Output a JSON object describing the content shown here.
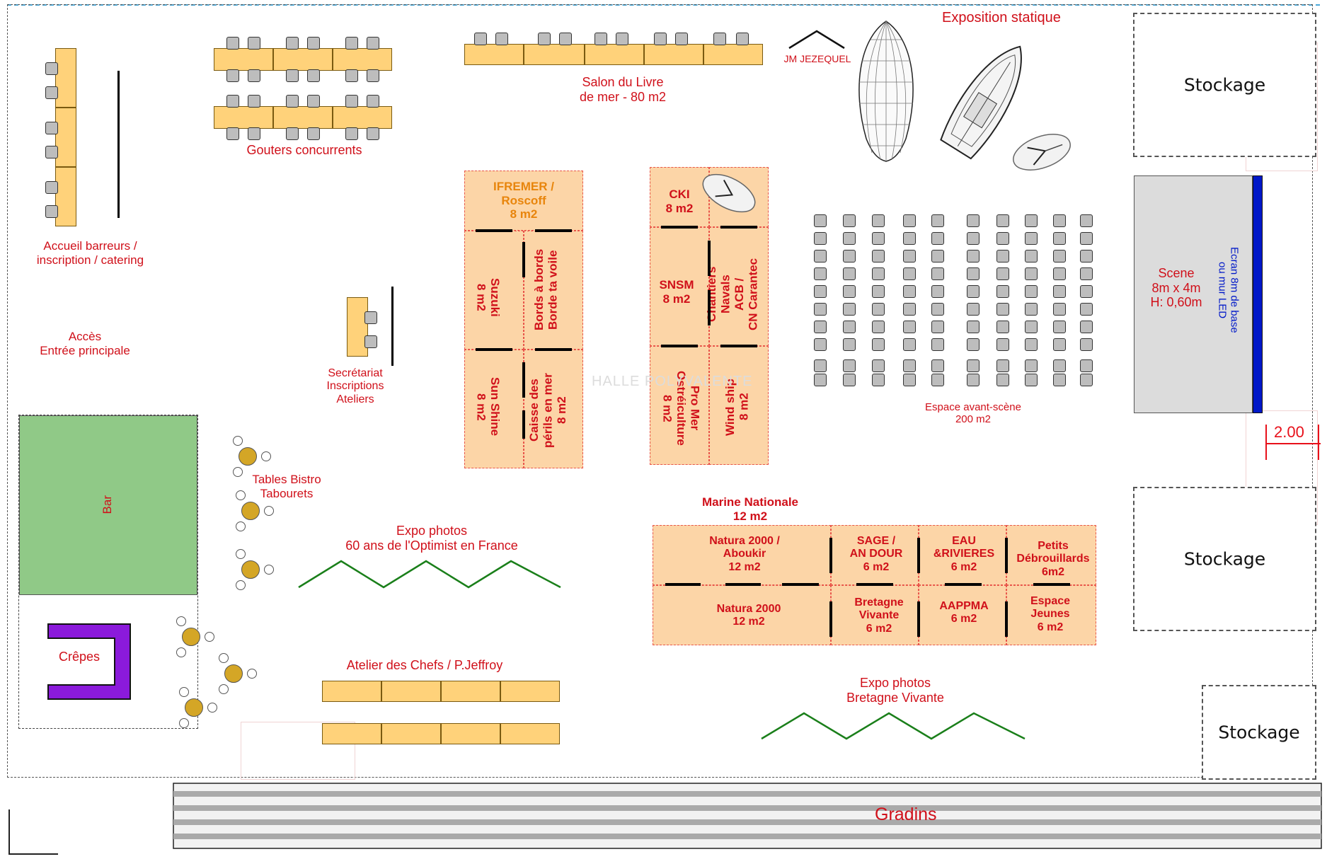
{
  "colors": {
    "label_red": "#d0101a",
    "label_orange": "#e8850c",
    "stand_fill": "#fcd5a7",
    "table_fill": "#ffd27a",
    "bar_fill": "#90c987",
    "crepes_fill": "#8b1adb",
    "stage_fill": "#dcdcdc",
    "screen_fill": "#0018c8",
    "expo_line": "#1a7f1a"
  },
  "labels": {
    "exposition_statique": "Exposition statique",
    "jm_jezequel": "JM JEZEQUEL",
    "salon_livre": "Salon du Livre\nde mer - 80 m2",
    "gouters": "Gouters concurrents",
    "accueil": "Accueil barreurs /\ninscription / catering",
    "acces": "Accès\nEntrée principale",
    "secretariat": "Secrétariat\nInscriptions\nAteliers",
    "tables_bistro": "Tables Bistro\nTabourets",
    "bar": "Bar",
    "crepes": "Crêpes",
    "expo_optimist": "Expo photos\n60 ans de l'Optimist  en France",
    "atelier_chefs": "Atelier des Chefs / P.Jeffroy",
    "expo_bretagne": "Expo photos\nBretagne Vivante",
    "espace_avant_scene": "Espace avant-scène\n200 m2",
    "scene": "Scene\n8m x 4m\nH: 0,60m",
    "ecran": "Ecran 8m de base\nou mur LED",
    "dimension": "2.00",
    "gradins": "Gradins",
    "marine_nationale": "Marine Nationale\n12 m2",
    "watermark": "HALLE POLYVALENTE"
  },
  "storage": [
    "Stockage",
    "Stockage",
    "Stockage"
  ],
  "stands_left": {
    "ifremer": "IFREMER /\nRoscoff\n8 m2",
    "suzuki": "Suzuki\n8 m2",
    "bords": "Bords à bords\nBorde ta voile",
    "sunshine": "Sun Shine\n8 m2",
    "caisse": "Caisse des\npérils en mer\n8 m2"
  },
  "stands_mid": {
    "cki": "CKI\n8 m2",
    "snsm": "SNSM\n8 m2",
    "chantiers": "Chantiers\nNavals\nACB /\nCN Carantec",
    "promer": "Pro Mer\nOstréiculture\n8 m2",
    "windship": "Wind ship\n8 m2"
  },
  "stands_bottom": {
    "natura_aboukir": "Natura 2000 /\nAboukir\n12 m2",
    "sage": "SAGE /\nAN DOUR\n6 m2",
    "eau": "EAU\n&RIVIERES\n6 m2",
    "petits": "Petits\nDébrouillards\n6m2",
    "natura": "Natura 2000\n12 m2",
    "bretagne": "Bretagne\nVivante\n6 m2",
    "aappma": "AAPPMA\n6 m2",
    "jeunes": "Espace\nJeunes\n6 m2"
  }
}
